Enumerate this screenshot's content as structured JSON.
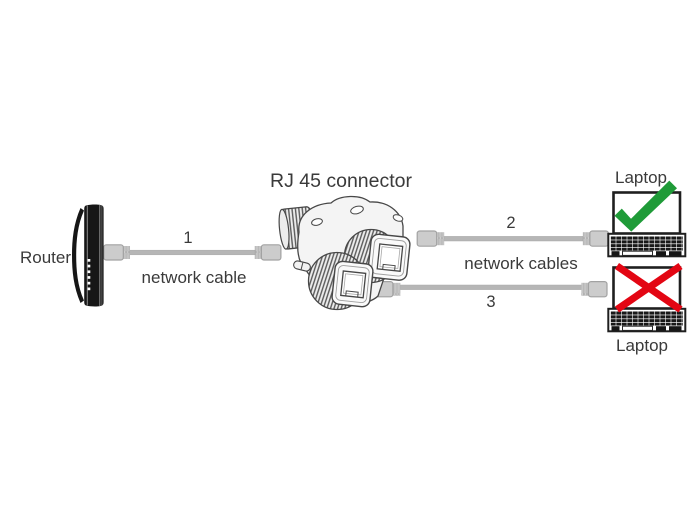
{
  "colors": {
    "text": "#3a3a3a",
    "line_art": "#474747",
    "cable": "#b6b6b6",
    "plug": "#cccccc",
    "plug_border": "#a2a2a2",
    "check_green": "#1f9b38",
    "cross_red": "#e30613",
    "router_body": "#161616"
  },
  "diagram": {
    "title": "RJ 45 connector",
    "router": {
      "label": "Router"
    },
    "cable1": {
      "number": "1",
      "caption": "network cable"
    },
    "cable2": {
      "number": "2"
    },
    "cable3": {
      "number": "3"
    },
    "cables_caption": "network cables",
    "laptop_ok": {
      "label": "Laptop"
    },
    "laptop_blocked": {
      "label": "Laptop"
    }
  },
  "icons": {
    "router": "router-icon",
    "connector": "rj45-y-splitter-icon",
    "plug": "rj45-plug-icon",
    "laptop": "laptop-icon",
    "allowed": "checkmark-icon",
    "blocked": "cross-icon"
  }
}
